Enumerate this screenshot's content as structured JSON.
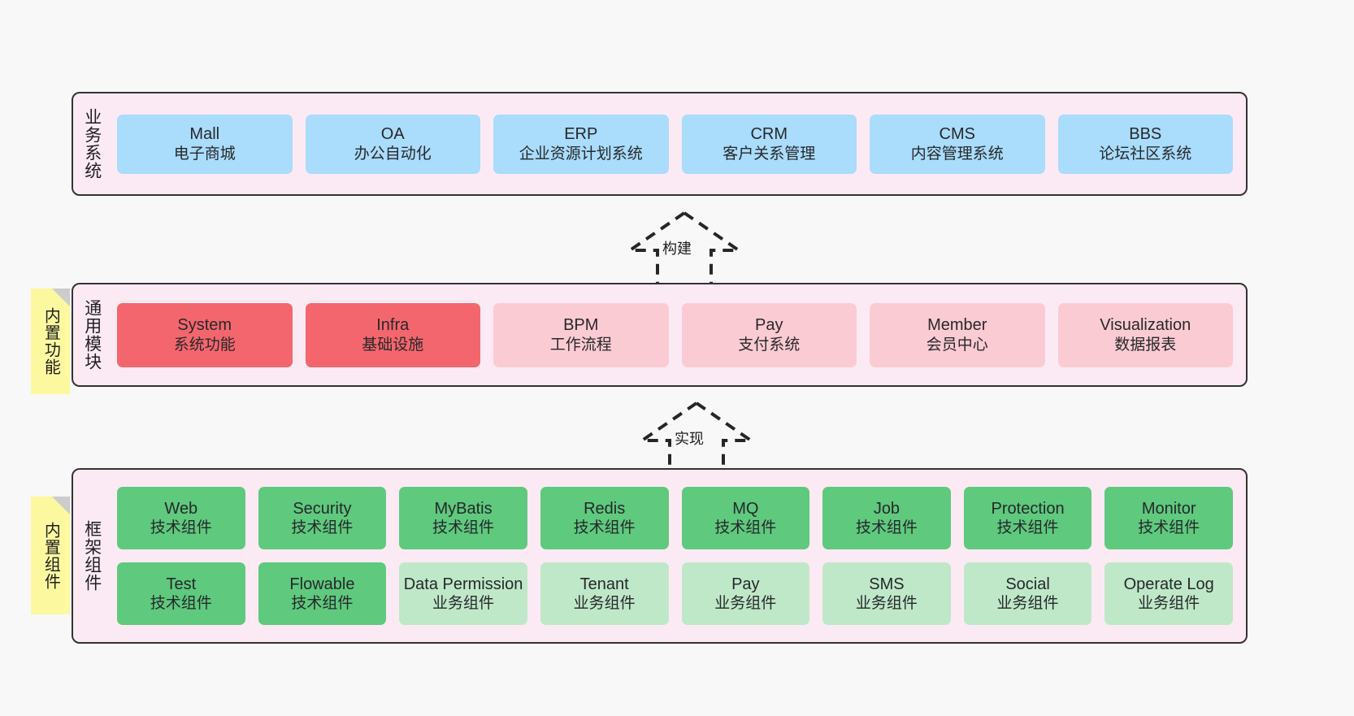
{
  "diagram": {
    "title": "",
    "background_color": "#f8f8f8",
    "layer_fill": "#fbeaf4",
    "layer_border": "#333333"
  },
  "notes": [
    {
      "name": "builtin-functions",
      "label": "内置功能",
      "color": "#fbf8a0"
    },
    {
      "name": "builtin-components",
      "label": "内置组件",
      "color": "#fbf8a0"
    }
  ],
  "connectors": [
    {
      "name": "build",
      "label": "构建",
      "style": "dashed-generalization",
      "direction": "up"
    },
    {
      "name": "implement",
      "label": "实现",
      "style": "dashed-generalization",
      "direction": "up"
    }
  ],
  "layers": [
    {
      "name": "business-systems",
      "title": "业务系统",
      "rows": [
        {
          "cards": [
            {
              "en": "Mall",
              "cn": "电子商城",
              "color": "#aadcfb"
            },
            {
              "en": "OA",
              "cn": "办公自动化",
              "color": "#aadcfb"
            },
            {
              "en": "ERP",
              "cn": "企业资源计划系统",
              "color": "#aadcfb"
            },
            {
              "en": "CRM",
              "cn": "客户关系管理",
              "color": "#aadcfb"
            },
            {
              "en": "CMS",
              "cn": "内容管理系统",
              "color": "#aadcfb"
            },
            {
              "en": "BBS",
              "cn": "论坛社区系统",
              "color": "#aadcfb"
            }
          ]
        }
      ]
    },
    {
      "name": "common-modules",
      "title": "通用模块",
      "rows": [
        {
          "cards": [
            {
              "en": "System",
              "cn": "系统功能",
              "color": "#f4666d"
            },
            {
              "en": "Infra",
              "cn": "基础设施",
              "color": "#f4666d"
            },
            {
              "en": "BPM",
              "cn": "工作流程",
              "color": "#fbcbd3"
            },
            {
              "en": "Pay",
              "cn": "支付系统",
              "color": "#fbcbd3"
            },
            {
              "en": "Member",
              "cn": "会员中心",
              "color": "#fbcbd3"
            },
            {
              "en": "Visualization",
              "cn": "数据报表",
              "color": "#fbcbd3"
            }
          ]
        }
      ]
    },
    {
      "name": "framework-components",
      "title": "框架组件",
      "rows": [
        {
          "cards": [
            {
              "en": "Web",
              "cn": "技术组件",
              "color": "#5fc97e"
            },
            {
              "en": "Security",
              "cn": "技术组件",
              "color": "#5fc97e"
            },
            {
              "en": "MyBatis",
              "cn": "技术组件",
              "color": "#5fc97e"
            },
            {
              "en": "Redis",
              "cn": "技术组件",
              "color": "#5fc97e"
            },
            {
              "en": "MQ",
              "cn": "技术组件",
              "color": "#5fc97e"
            },
            {
              "en": "Job",
              "cn": "技术组件",
              "color": "#5fc97e"
            },
            {
              "en": "Protection",
              "cn": "技术组件",
              "color": "#5fc97e"
            },
            {
              "en": "Monitor",
              "cn": "技术组件",
              "color": "#5fc97e"
            }
          ]
        },
        {
          "cards": [
            {
              "en": "Test",
              "cn": "技术组件",
              "color": "#5fc97e"
            },
            {
              "en": "Flowable",
              "cn": "技术组件",
              "color": "#5fc97e"
            },
            {
              "en": "Data Permission",
              "cn": "业务组件",
              "color": "#bfe8c8"
            },
            {
              "en": "Tenant",
              "cn": "业务组件",
              "color": "#bfe8c8"
            },
            {
              "en": "Pay",
              "cn": "业务组件",
              "color": "#bfe8c8"
            },
            {
              "en": "SMS",
              "cn": "业务组件",
              "color": "#bfe8c8"
            },
            {
              "en": "Social",
              "cn": "业务组件",
              "color": "#bfe8c8"
            },
            {
              "en": "Operate Log",
              "cn": "业务组件",
              "color": "#bfe8c8"
            }
          ]
        }
      ]
    }
  ]
}
